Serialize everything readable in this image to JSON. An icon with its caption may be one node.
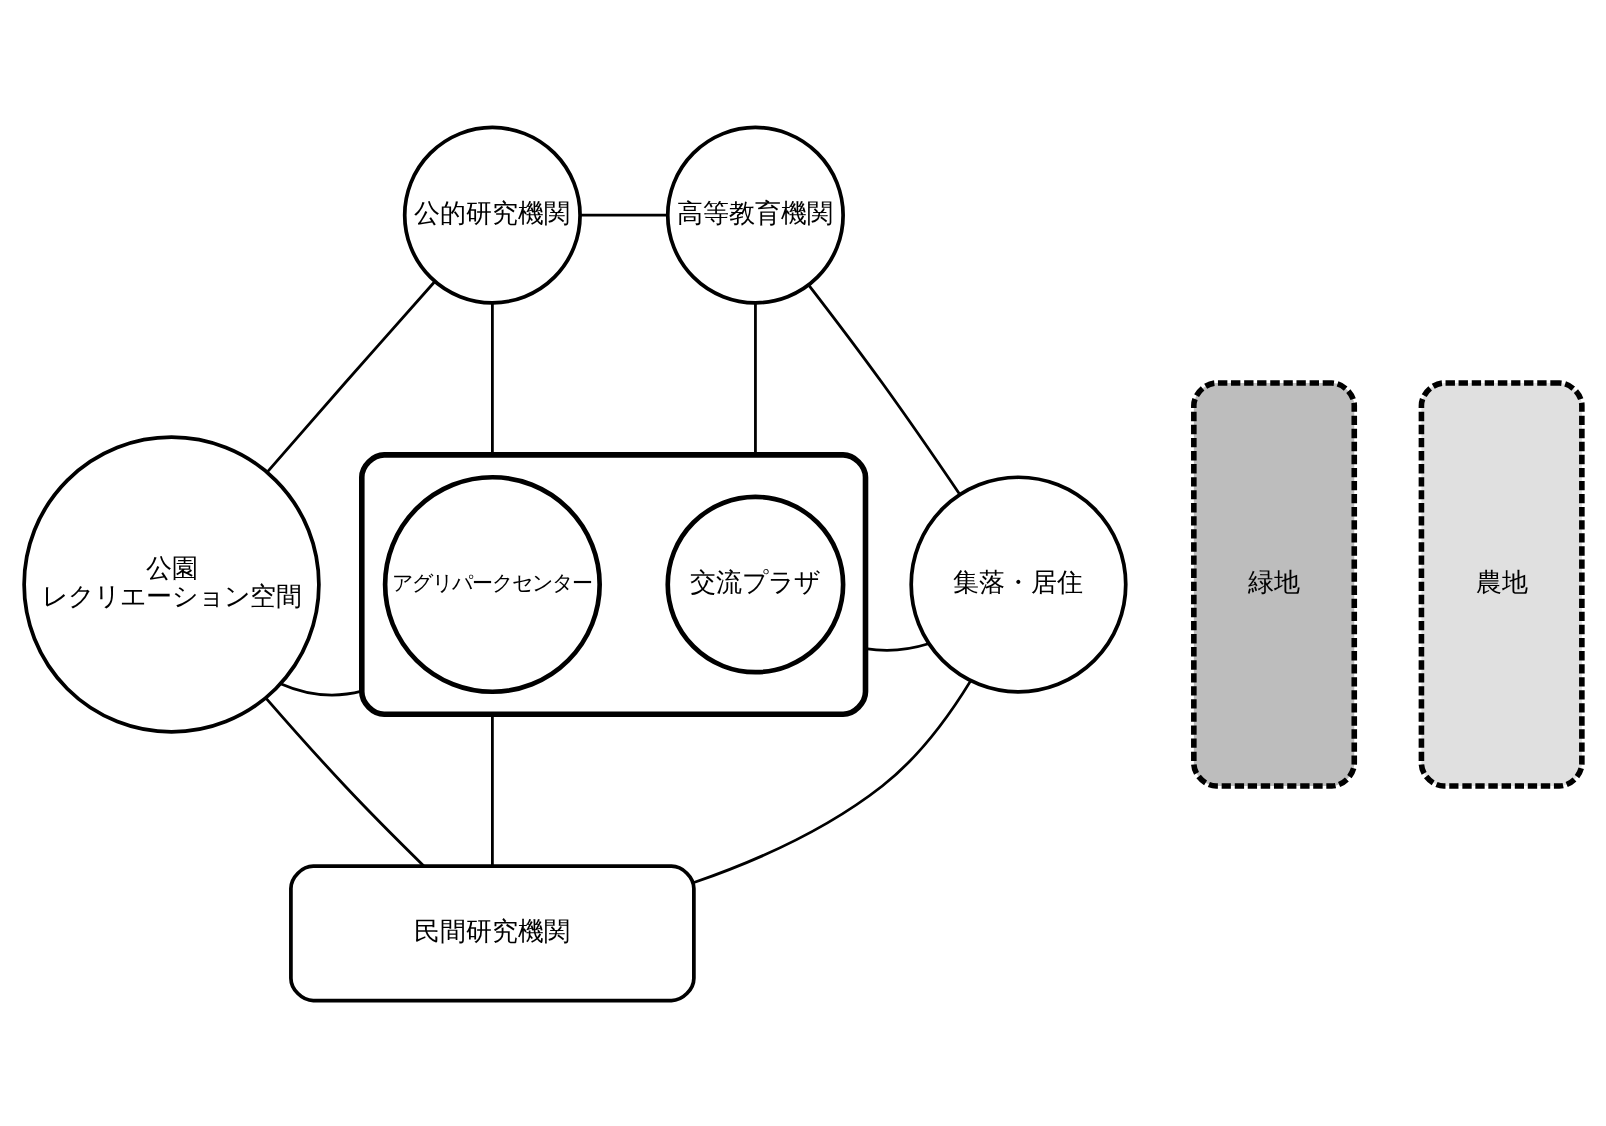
{
  "diagram": {
    "nodes": [
      {
        "text": [
          "緑地"
        ]
      },
      {
        "text": [
          "農地"
        ]
      },
      {
        "text": [
          "公的研究機関"
        ]
      },
      {
        "text": [
          "高等教育機関"
        ]
      },
      {
        "text": [
          "公園",
          "レクリエーション空間"
        ]
      },
      {
        "text": [],
        "shape": "box"
      },
      {
        "text": [
          "アグリパークセンター"
        ],
        "in": 5
      },
      {
        "text": [
          "交流プラザ"
        ],
        "in": 5
      },
      {
        "text": [
          "集落・居住"
        ]
      },
      {
        "text": [
          "民間研究機関"
        ]
      }
    ],
    "edges": [
      {
        "from": 2,
        "to": 3,
        "arrow": "none"
      },
      {
        "from": 2,
        "to": 4,
        "arrow": "none"
      },
      {
        "from": 2,
        "to": 5,
        "arrow": "none"
      },
      {
        "from": 3,
        "to": 5,
        "arrow": "none"
      },
      {
        "from": 3,
        "to": 8,
        "arrow": "none"
      },
      {
        "from": 4,
        "to": 5,
        "arrow": "none"
      },
      {
        "from": 5,
        "to": 8,
        "arrow": "none"
      },
      {
        "from": 5,
        "to": 9,
        "arrow": "none"
      },
      {
        "from": 4,
        "to": 9,
        "arrow": "none"
      },
      {
        "from": 8,
        "to": 9,
        "arrow": "none"
      }
    ]
  }
}
